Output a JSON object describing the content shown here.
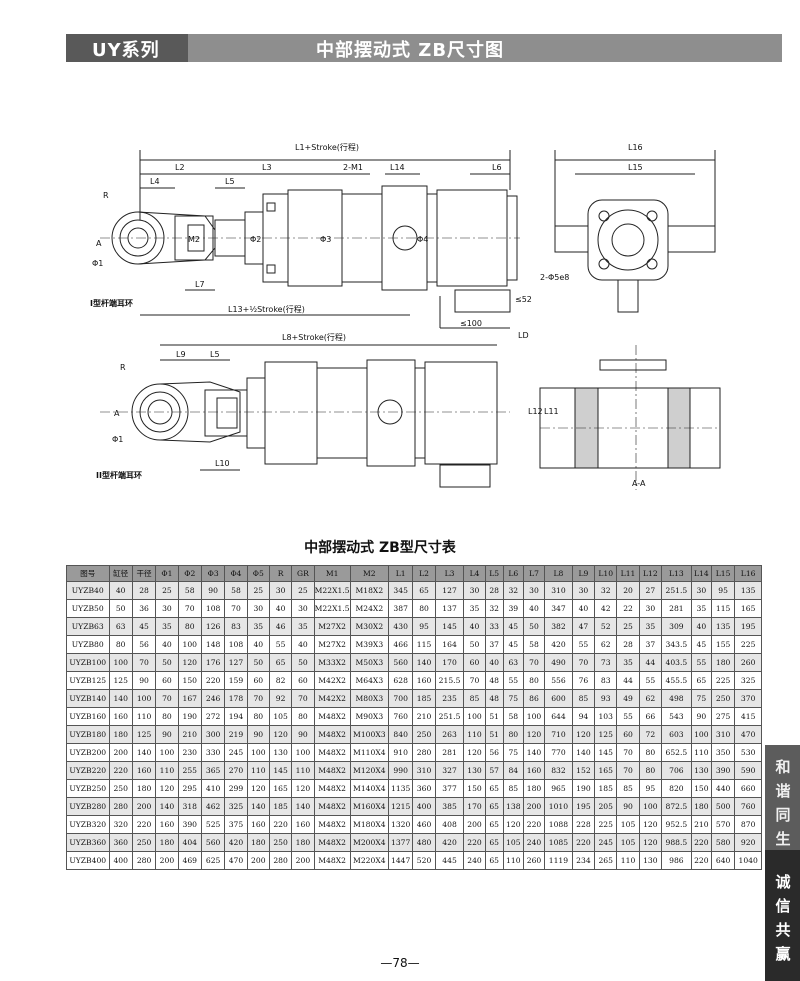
{
  "header": {
    "series": "UY系列",
    "title": "中部摆动式 ZB尺寸图"
  },
  "drawing": {
    "labels": {
      "l1_stroke": "L1+Stroke(行程)",
      "l13_stroke": "L13+½Stroke(行程)",
      "l8_stroke": "L8+Stroke(行程)",
      "m1": "2-M1",
      "type1": "I型杆端耳环",
      "type2": "II型杆端耳环",
      "le52": "≤52",
      "le100": "≤100",
      "section": "A-A",
      "phi5": "2-Φ5e8",
      "L2": "L2",
      "L3": "L3",
      "L4": "L4",
      "L5": "L5",
      "L6": "L6",
      "L7": "L7",
      "L9": "L9",
      "L10": "L10",
      "L11": "L11",
      "L12": "L12",
      "L14": "L14",
      "L15": "L15",
      "L16": "L16",
      "LD": "LD",
      "R": "R",
      "A": "A",
      "phi1": "Φ1",
      "phi2": "Φ2",
      "phi3": "Φ3",
      "phi4": "Φ4",
      "M2": "M2"
    }
  },
  "table": {
    "title": "中部摆动式 ZB型尺寸表",
    "headers": [
      "图号",
      "缸径",
      "干径",
      "Φ1",
      "Φ2",
      "Φ3",
      "Φ4",
      "Φ5",
      "R",
      "GR",
      "M1",
      "M2",
      "L1",
      "L2",
      "L3",
      "L4",
      "L5",
      "L6",
      "L7",
      "L8",
      "L9",
      "L10",
      "L11",
      "L12",
      "L13",
      "L14",
      "L15",
      "L16"
    ],
    "rows": [
      [
        "UYZB40",
        "40",
        "28",
        "25",
        "58",
        "90",
        "58",
        "25",
        "30",
        "25",
        "M22X1.5",
        "M18X2",
        "345",
        "65",
        "127",
        "30",
        "28",
        "32",
        "30",
        "310",
        "30",
        "32",
        "20",
        "27",
        "251.5",
        "30",
        "95",
        "135"
      ],
      [
        "UYZB50",
        "50",
        "36",
        "30",
        "70",
        "108",
        "70",
        "30",
        "40",
        "30",
        "M22X1.5",
        "M24X2",
        "387",
        "80",
        "137",
        "35",
        "32",
        "39",
        "40",
        "347",
        "40",
        "42",
        "22",
        "30",
        "281",
        "35",
        "115",
        "165"
      ],
      [
        "UYZB63",
        "63",
        "45",
        "35",
        "80",
        "126",
        "83",
        "35",
        "46",
        "35",
        "M27X2",
        "M30X2",
        "430",
        "95",
        "145",
        "40",
        "33",
        "45",
        "50",
        "382",
        "47",
        "52",
        "25",
        "35",
        "309",
        "40",
        "135",
        "195"
      ],
      [
        "UYZB80",
        "80",
        "56",
        "40",
        "100",
        "148",
        "108",
        "40",
        "55",
        "40",
        "M27X2",
        "M39X3",
        "466",
        "115",
        "164",
        "50",
        "37",
        "45",
        "58",
        "420",
        "55",
        "62",
        "28",
        "37",
        "343.5",
        "45",
        "155",
        "225"
      ],
      [
        "UYZB100",
        "100",
        "70",
        "50",
        "120",
        "176",
        "127",
        "50",
        "65",
        "50",
        "M33X2",
        "M50X3",
        "560",
        "140",
        "170",
        "60",
        "40",
        "63",
        "70",
        "490",
        "70",
        "73",
        "35",
        "44",
        "403.5",
        "55",
        "180",
        "260"
      ],
      [
        "UYZB125",
        "125",
        "90",
        "60",
        "150",
        "220",
        "159",
        "60",
        "82",
        "60",
        "M42X2",
        "M64X3",
        "628",
        "160",
        "215.5",
        "70",
        "48",
        "55",
        "80",
        "556",
        "76",
        "83",
        "44",
        "55",
        "455.5",
        "65",
        "225",
        "325"
      ],
      [
        "UYZB140",
        "140",
        "100",
        "70",
        "167",
        "246",
        "178",
        "70",
        "92",
        "70",
        "M42X2",
        "M80X3",
        "700",
        "185",
        "235",
        "85",
        "48",
        "75",
        "86",
        "600",
        "85",
        "93",
        "49",
        "62",
        "498",
        "75",
        "250",
        "370"
      ],
      [
        "UYZB160",
        "160",
        "110",
        "80",
        "190",
        "272",
        "194",
        "80",
        "105",
        "80",
        "M48X2",
        "M90X3",
        "760",
        "210",
        "251.5",
        "100",
        "51",
        "58",
        "100",
        "644",
        "94",
        "103",
        "55",
        "66",
        "543",
        "90",
        "275",
        "415"
      ],
      [
        "UYZB180",
        "180",
        "125",
        "90",
        "210",
        "300",
        "219",
        "90",
        "120",
        "90",
        "M48X2",
        "M100X3",
        "840",
        "250",
        "263",
        "110",
        "51",
        "80",
        "120",
        "710",
        "120",
        "125",
        "60",
        "72",
        "603",
        "100",
        "310",
        "470"
      ],
      [
        "UYZB200",
        "200",
        "140",
        "100",
        "230",
        "330",
        "245",
        "100",
        "130",
        "100",
        "M48X2",
        "M110X4",
        "910",
        "280",
        "281",
        "120",
        "56",
        "75",
        "140",
        "770",
        "140",
        "145",
        "70",
        "80",
        "652.5",
        "110",
        "350",
        "530"
      ],
      [
        "UYZB220",
        "220",
        "160",
        "110",
        "255",
        "365",
        "270",
        "110",
        "145",
        "110",
        "M48X2",
        "M120X4",
        "990",
        "310",
        "327",
        "130",
        "57",
        "84",
        "160",
        "832",
        "152",
        "165",
        "70",
        "80",
        "706",
        "130",
        "390",
        "590"
      ],
      [
        "UYZB250",
        "250",
        "180",
        "120",
        "295",
        "410",
        "299",
        "120",
        "165",
        "120",
        "M48X2",
        "M140X4",
        "1135",
        "360",
        "377",
        "150",
        "65",
        "85",
        "180",
        "965",
        "190",
        "185",
        "85",
        "95",
        "820",
        "150",
        "440",
        "660"
      ],
      [
        "UYZB280",
        "280",
        "200",
        "140",
        "318",
        "462",
        "325",
        "140",
        "185",
        "140",
        "M48X2",
        "M160X4",
        "1215",
        "400",
        "385",
        "170",
        "65",
        "138",
        "200",
        "1010",
        "195",
        "205",
        "90",
        "100",
        "872.5",
        "180",
        "500",
        "760"
      ],
      [
        "UYZB320",
        "320",
        "220",
        "160",
        "390",
        "525",
        "375",
        "160",
        "220",
        "160",
        "M48X2",
        "M180X4",
        "1320",
        "460",
        "408",
        "200",
        "65",
        "120",
        "220",
        "1088",
        "228",
        "225",
        "105",
        "120",
        "952.5",
        "210",
        "570",
        "870"
      ],
      [
        "UYZB360",
        "360",
        "250",
        "180",
        "404",
        "560",
        "420",
        "180",
        "250",
        "180",
        "M48X2",
        "M200X4",
        "1377",
        "480",
        "420",
        "220",
        "65",
        "105",
        "240",
        "1085",
        "220",
        "245",
        "105",
        "120",
        "988.5",
        "220",
        "580",
        "920"
      ],
      [
        "UYZB400",
        "400",
        "280",
        "200",
        "469",
        "625",
        "470",
        "200",
        "280",
        "200",
        "M48X2",
        "M220X4",
        "1447",
        "520",
        "445",
        "240",
        "65",
        "110",
        "260",
        "1119",
        "234",
        "265",
        "110",
        "130",
        "986",
        "220",
        "640",
        "1040"
      ]
    ]
  },
  "side_tab": {
    "motto_top": "和谐同生",
    "motto_bottom": "诚信共赢"
  },
  "page": {
    "number": "78"
  }
}
